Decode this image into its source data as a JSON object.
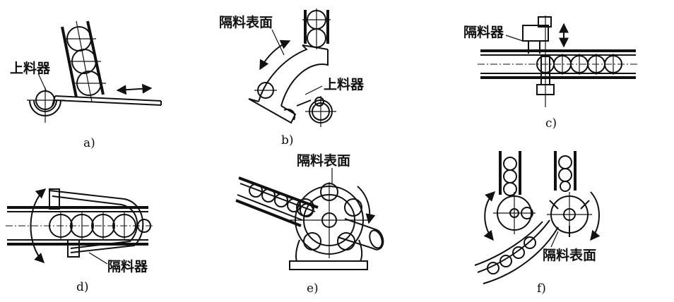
{
  "panels": [
    {
      "caption": "a)",
      "label": "上料器"
    },
    {
      "caption": "b)",
      "labels": [
        "隔料表面",
        "上料器"
      ]
    },
    {
      "caption": "c)",
      "label": "隔料器"
    },
    {
      "caption": "d)",
      "label": "隔料器"
    },
    {
      "caption": "e)",
      "label": "隔料表面"
    },
    {
      "caption": "f)",
      "label": "隔料表面"
    }
  ]
}
